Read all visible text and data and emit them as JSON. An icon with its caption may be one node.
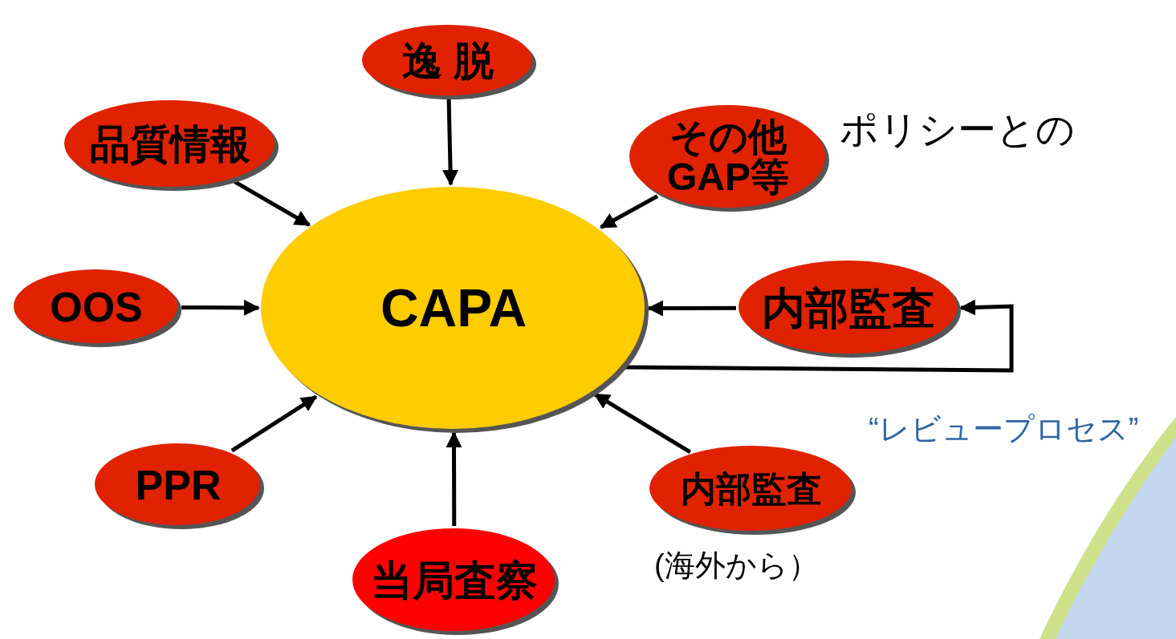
{
  "diagram": {
    "nodes": [
      {
        "text": [
          "CAPA"
        ]
      },
      {
        "text": [
          "逸 脱"
        ]
      },
      {
        "text": [
          "品質情報"
        ]
      },
      {
        "text": [
          "その他 GAP等"
        ]
      },
      {
        "text": [
          "内部監査"
        ]
      },
      {
        "text": [
          "OOS"
        ]
      },
      {
        "text": [
          "PPR"
        ]
      },
      {
        "text": [
          "当局査察"
        ]
      },
      {
        "text": [
          "内部監査"
        ],
        "beside": [
          "(海外から）"
        ]
      }
    ],
    "edges": [
      {
        "from": 1,
        "to": 0,
        "arrow": "to"
      },
      {
        "from": 2,
        "to": 0,
        "arrow": "to"
      },
      {
        "from": 3,
        "to": 0,
        "arrow": "to"
      },
      {
        "from": 4,
        "to": 0,
        "arrow": "to"
      },
      {
        "from": 0,
        "to": 4,
        "arrow": "to"
      },
      {
        "from": 5,
        "to": 0,
        "arrow": "to"
      },
      {
        "from": 6,
        "to": 0,
        "arrow": "to"
      },
      {
        "from": 7,
        "to": 0,
        "arrow": "to"
      },
      {
        "from": 8,
        "to": 0,
        "arrow": "to"
      }
    ],
    "labels": [
      "ポリシーとの",
      "“レビュープロセス”"
    ]
  }
}
